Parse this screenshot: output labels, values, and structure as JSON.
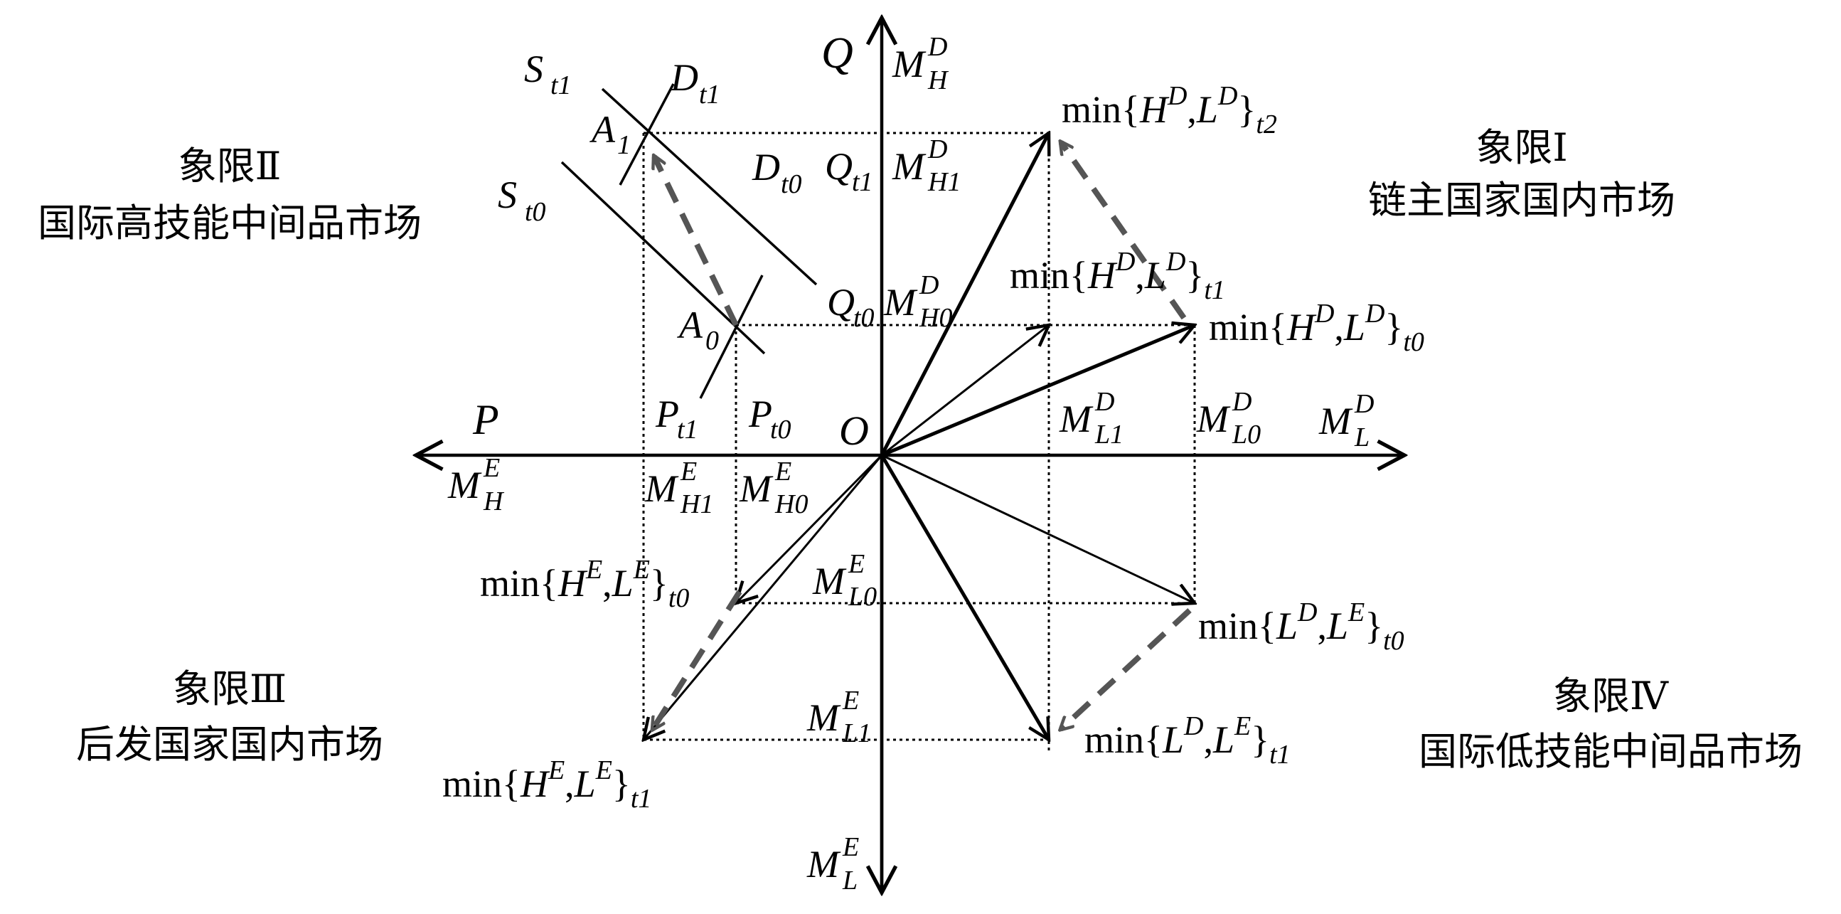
{
  "quadrants": {
    "q1": {
      "name": "象限Ⅰ",
      "desc": "链主国家国内市场"
    },
    "q2": {
      "name": "象限Ⅱ",
      "desc": "国际高技能中间品市场"
    },
    "q3": {
      "name": "象限Ⅲ",
      "desc": "后发国家国内市场"
    },
    "q4": {
      "name": "象限Ⅳ",
      "desc": "国际低技能中间品市场"
    }
  },
  "axes": {
    "up": {
      "main": "Q",
      "m": "M",
      "sup": "D",
      "sub": "H"
    },
    "right": {
      "m": "M",
      "sup": "D",
      "sub": "L"
    },
    "left": {
      "main": "P",
      "m": "M",
      "sup": "E",
      "sub": "H"
    },
    "down": {
      "m": "M",
      "sup": "E",
      "sub": "L"
    },
    "origin": "O"
  },
  "curves": {
    "s_t1": {
      "main": "S",
      "sub": "t1"
    },
    "s_t0": {
      "main": "S",
      "sub": "t0"
    },
    "d_t1": {
      "main": "D",
      "sub": "t1"
    },
    "d_t0": {
      "main": "D",
      "sub": "t0"
    }
  },
  "points": {
    "a1": {
      "main": "A",
      "sub": "1"
    },
    "a0": {
      "main": "A",
      "sub": "0"
    }
  },
  "levels": {
    "q_t1": {
      "main": "Q",
      "sub": "t1"
    },
    "q_t0": {
      "main": "Q",
      "sub": "t0"
    },
    "m_h1_d": {
      "m": "M",
      "sup": "D",
      "sub": "H1"
    },
    "m_h0_d": {
      "m": "M",
      "sup": "D",
      "sub": "H0"
    },
    "m_l1_d": {
      "m": "M",
      "sup": "D",
      "sub": "L1"
    },
    "m_l0_d": {
      "m": "M",
      "sup": "D",
      "sub": "L0"
    },
    "p_t1": {
      "main": "P",
      "sub": "t1"
    },
    "p_t0": {
      "main": "P",
      "sub": "t0"
    },
    "m_h1_e": {
      "m": "M",
      "sup": "E",
      "sub": "H1"
    },
    "m_h0_e": {
      "m": "M",
      "sup": "E",
      "sub": "H0"
    },
    "m_l0_e": {
      "m": "M",
      "sup": "E",
      "sub": "L0"
    },
    "m_l1_e": {
      "m": "M",
      "sup": "E",
      "sub": "L1"
    }
  },
  "mins": {
    "hd_ld_t2": {
      "fn": "min{",
      "a": "H",
      "asup": "D",
      "sep": ",",
      "b": "L",
      "bsup": "D",
      "close": "}",
      "sub": "t2"
    },
    "hd_ld_t1": {
      "fn": "min{",
      "a": "H",
      "asup": "D",
      "sep": ",",
      "b": "L",
      "bsup": "D",
      "close": "}",
      "sub": "t1"
    },
    "hd_ld_t0": {
      "fn": "min{",
      "a": "H",
      "asup": "D",
      "sep": ",",
      "b": "L",
      "bsup": "D",
      "close": "}",
      "sub": "t0"
    },
    "he_le_t0": {
      "fn": "min{",
      "a": "H",
      "asup": "E",
      "sep": ",",
      "b": "L",
      "bsup": "E",
      "close": "}",
      "sub": "t0"
    },
    "he_le_t1": {
      "fn": "min{",
      "a": "H",
      "asup": "E",
      "sep": ",",
      "b": "L",
      "bsup": "E",
      "close": "}",
      "sub": "t1"
    },
    "ld_le_t0": {
      "fn": "min{",
      "a": "L",
      "asup": "D",
      "sep": ",",
      "b": "L",
      "bsup": "E",
      "close": "}",
      "sub": "t0"
    },
    "ld_le_t1": {
      "fn": "min{",
      "a": "L",
      "asup": "D",
      "sep": ",",
      "b": "L",
      "bsup": "E",
      "close": "}",
      "sub": "t1"
    }
  },
  "colors": {
    "ink": "#000000",
    "shift_arrow": "#555555",
    "background": "#ffffff"
  }
}
